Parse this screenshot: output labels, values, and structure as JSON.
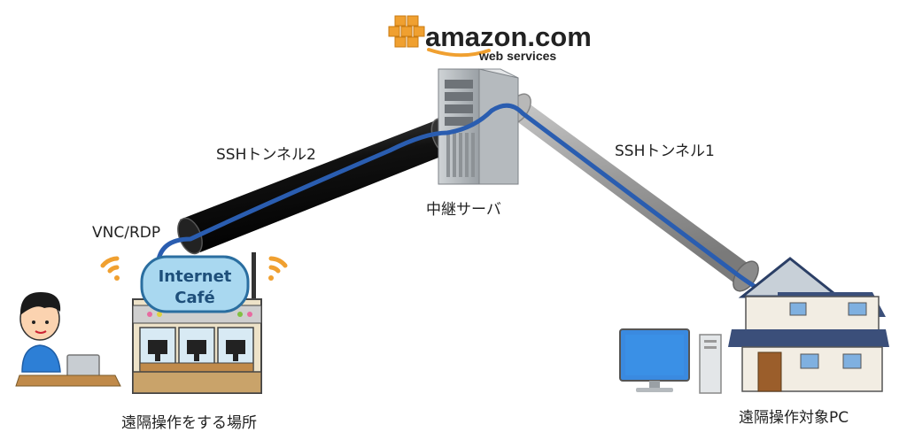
{
  "aws_logo": {
    "brand": "amazon.com",
    "sub": "web services"
  },
  "relay_server": {
    "label": "中継サーバ"
  },
  "tunnel_left": {
    "label": "SSHトンネル2"
  },
  "tunnel_right": {
    "label": "SSHトンネル1"
  },
  "protocol": {
    "label": "VNC/RDP"
  },
  "cafe": {
    "sign_line1": "Internet",
    "sign_line2": "Café"
  },
  "remote_location": {
    "label": "遠隔操作をする場所"
  },
  "target_pc": {
    "label": "遠隔操作対象PC"
  },
  "colors": {
    "cable": "#2a5db0",
    "accent_orange": "#f0a030",
    "tube_dark": "#111111",
    "tube_light": "#a0a0a0"
  }
}
